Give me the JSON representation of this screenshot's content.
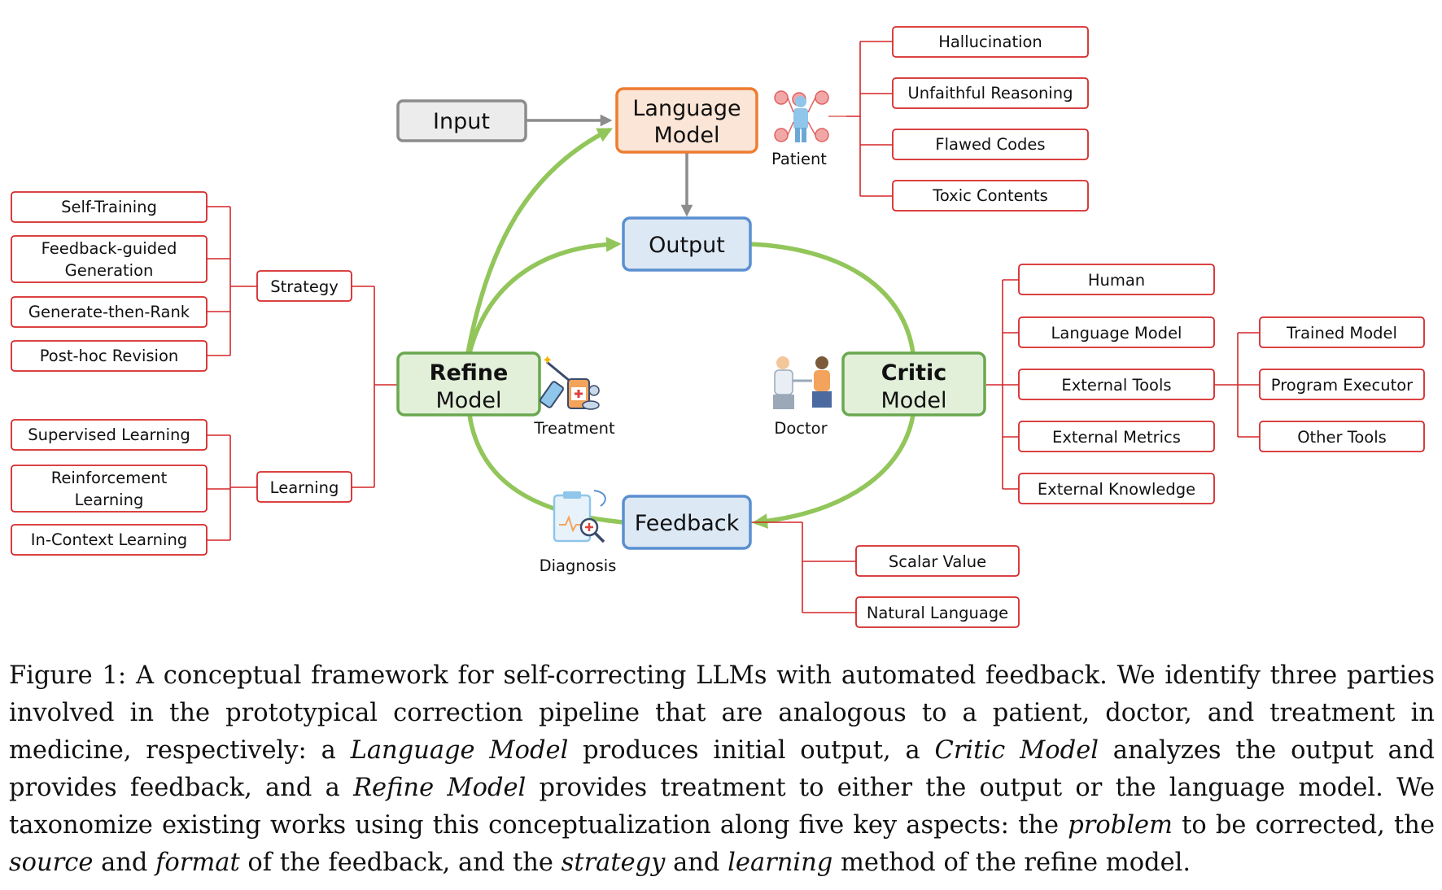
{
  "nodes": {
    "input": "Input",
    "language_model": [
      "Language",
      "Model"
    ],
    "output": "Output",
    "refine_model": [
      "Refine",
      "Model"
    ],
    "critic_model": [
      "Critic",
      "Model"
    ],
    "feedback": "Feedback"
  },
  "icon_labels": {
    "patient": "Patient",
    "treatment": "Treatment",
    "doctor": "Doctor",
    "diagnosis": "Diagnosis"
  },
  "problems": [
    "Hallucination",
    "Unfaithful Reasoning",
    "Flawed Codes",
    "Toxic Contents"
  ],
  "strategy": {
    "label": "Strategy",
    "items": [
      [
        "Self-Training"
      ],
      [
        "Feedback-guided",
        "Generation"
      ],
      [
        "Generate-then-Rank"
      ],
      [
        "Post-hoc Revision"
      ]
    ]
  },
  "learning": {
    "label": "Learning",
    "items": [
      [
        "Supervised Learning"
      ],
      [
        "Reinforcement",
        "Learning"
      ],
      [
        "In-Context Learning"
      ]
    ]
  },
  "critic_sources": [
    "Human",
    "Language Model",
    "External Tools",
    "External Metrics",
    "External Knowledge"
  ],
  "external_tools": [
    "Trained Model",
    "Program Executor",
    "Other Tools"
  ],
  "feedback_formats": [
    "Scalar Value",
    "Natural Language"
  ],
  "caption": {
    "s1": "Figure 1: A conceptual framework for self-correcting LLMs with automated feedback. We identify three parties involved in the prototypical correction pipeline that are analogous to a patient, doctor, and treatment in medicine, respectively: a ",
    "i1": "Language Model",
    "s2": " produces initial output, a ",
    "i2": "Critic Model",
    "s3": " analyzes the output and provides feedback, and a ",
    "i3": "Refine Model",
    "s4": " provides treatment to either the output or the language model. We taxonomize existing works using this conceptualization along five key aspects: the ",
    "i4": "problem",
    "s5": " to be corrected, the ",
    "i5": "source",
    "s6": " and ",
    "i6": "format",
    "s7": " of the feedback, and the ",
    "i7": "strategy",
    "s8": " and ",
    "i8": "learning",
    "s9": " method of the refine model."
  },
  "colors": {
    "leaf_border": "#d62728",
    "arrow_green": "#92c65a",
    "arrow_gray": "#8c8c8c",
    "input_border": "#8c8c8c",
    "input_fill": "#ececec",
    "lm_border": "#ed7d31",
    "lm_fill": "#fbe5d6",
    "blue_border": "#5b8fd0",
    "blue_fill": "#dde8f5",
    "green_border": "#6aa84f",
    "green_fill": "#e2efd9"
  }
}
